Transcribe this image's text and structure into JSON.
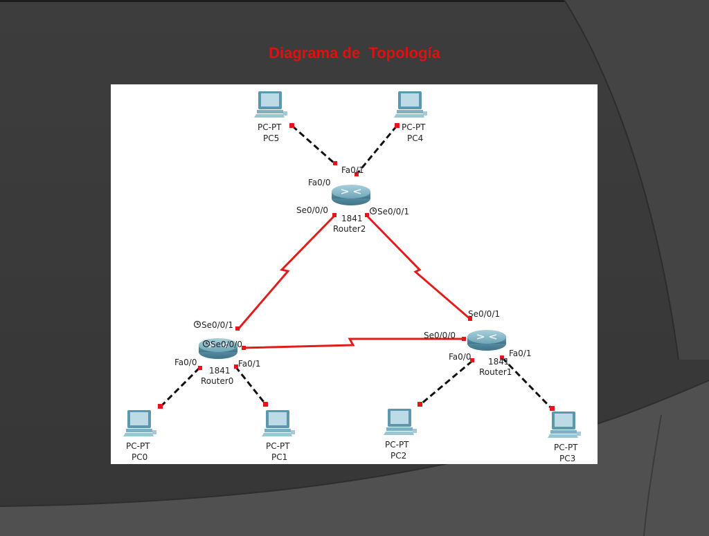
{
  "slide": {
    "title": "Diagrama de  Topología",
    "title_color": "#e01010"
  },
  "topology": {
    "routers": [
      {
        "id": "router0",
        "model": "1841",
        "name": "Router0"
      },
      {
        "id": "router1",
        "model": "1841",
        "name": "Router1"
      },
      {
        "id": "router2",
        "model": "1841",
        "name": "Router2"
      }
    ],
    "pcs": [
      {
        "id": "pc0",
        "type": "PC-PT",
        "name": "PC0"
      },
      {
        "id": "pc1",
        "type": "PC-PT",
        "name": "PC1"
      },
      {
        "id": "pc2",
        "type": "PC-PT",
        "name": "PC2"
      },
      {
        "id": "pc3",
        "type": "PC-PT",
        "name": "PC3"
      },
      {
        "id": "pc4",
        "type": "PC-PT",
        "name": "PC4"
      },
      {
        "id": "pc5",
        "type": "PC-PT",
        "name": "PC5"
      }
    ],
    "interfaces": {
      "r2_fa00": "Fa0/0",
      "r2_fa01": "Fa0/1",
      "r2_se000": "Se0/0/0",
      "r2_se001": "Se0/0/1",
      "r0_se001": "Se0/0/1",
      "r0_se000": "Se0/0/0",
      "r0_fa00": "Fa0/0",
      "r0_fa01": "Fa0/1",
      "r1_se001": "Se0/0/1",
      "r1_se000": "Se0/0/0",
      "r1_fa00": "Fa0/0",
      "r1_fa01": "Fa0/1"
    },
    "links": [
      {
        "from": "router2",
        "to": "pc5",
        "type": "ethernet"
      },
      {
        "from": "router2",
        "to": "pc4",
        "type": "ethernet"
      },
      {
        "from": "router2",
        "to": "router0",
        "type": "serial"
      },
      {
        "from": "router2",
        "to": "router1",
        "type": "serial"
      },
      {
        "from": "router0",
        "to": "router1",
        "type": "serial"
      },
      {
        "from": "router0",
        "to": "pc0",
        "type": "ethernet"
      },
      {
        "from": "router0",
        "to": "pc1",
        "type": "ethernet"
      },
      {
        "from": "router1",
        "to": "pc2",
        "type": "ethernet"
      },
      {
        "from": "router1",
        "to": "pc3",
        "type": "ethernet"
      }
    ],
    "colors": {
      "serial": "#e21b1b",
      "ethernet": "#111111",
      "port": "#e8141a",
      "device": "#5f9bb0"
    }
  }
}
